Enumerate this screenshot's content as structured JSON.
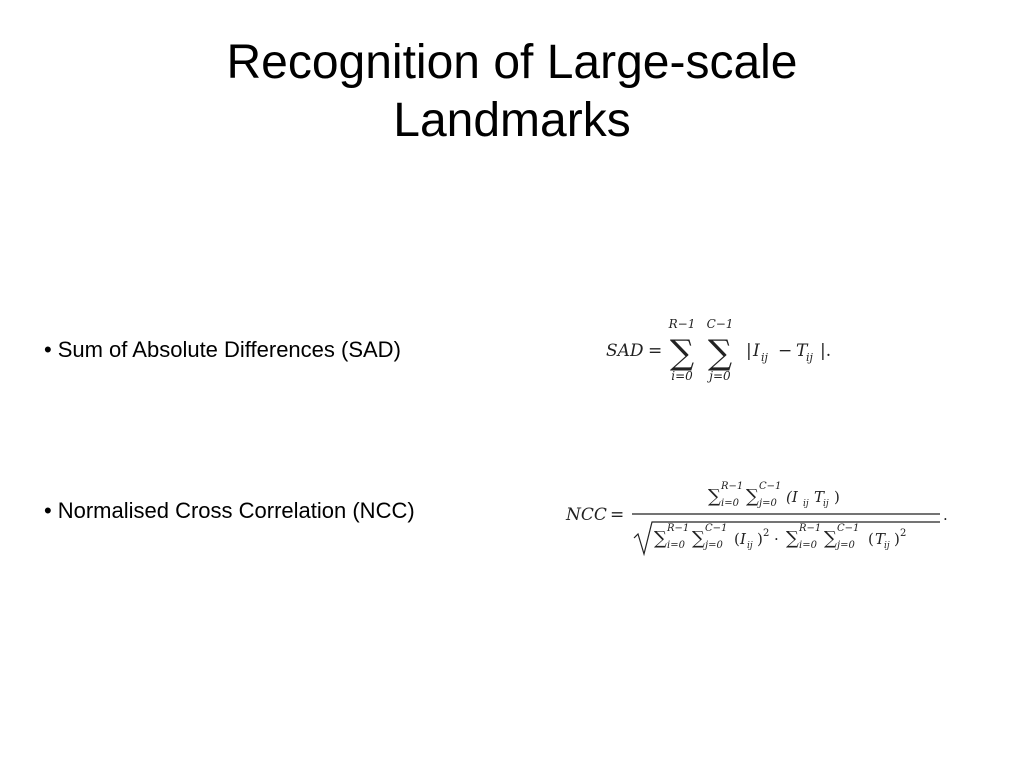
{
  "slide": {
    "title_line1": "Recognition of Large-scale",
    "title_line2": "Landmarks",
    "bullet_char": "•",
    "bullets": [
      {
        "text": "Sum of Absolute Differences (SAD)"
      },
      {
        "text": "Normalised Cross Correlation (NCC)"
      }
    ]
  },
  "formulas": {
    "sad": {
      "lhs": "SAD",
      "eq": "=",
      "sum_i_upper": "R−1",
      "sum_i_lower": "i=0",
      "sum_j_upper": "C−1",
      "sum_j_lower": "j=0",
      "abs_open": "|",
      "I": "I",
      "ij": "ij",
      "minus": "−",
      "T": "T",
      "abs_close": "|.",
      "sigma": "∑"
    },
    "ncc": {
      "lhs": "NCC",
      "eq": "=",
      "sigma": "∑",
      "upper_R": "R−1",
      "upper_C": "C−1",
      "lower_i": "i=0",
      "lower_j": "j=0",
      "num_term": "(I",
      "ij": "ij",
      "T": "T",
      "close_paren": ")",
      "open_paren": "(",
      "I": "I",
      "sq": "2",
      "dot": "·",
      "period": "."
    }
  }
}
